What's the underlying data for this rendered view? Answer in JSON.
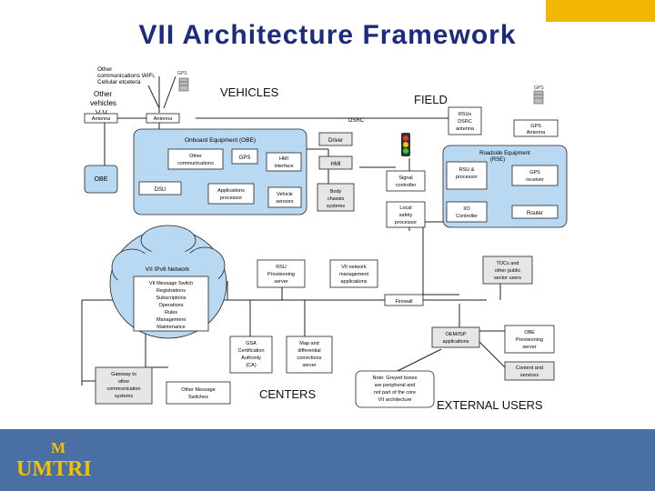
{
  "slide": {
    "title": "VII Architecture Framework",
    "accent_color": "#f2b705",
    "footer_color": "#4a6fa5",
    "logo_mark": "M",
    "logo_text": "UMTRI"
  },
  "diagram": {
    "regions": {
      "vehicles": "VEHICLES",
      "field": "FIELD",
      "centers": "CENTERS",
      "external_users": "EXTERNAL USERS"
    },
    "labels": {
      "other_comm": "Other communications WiFi, Cellular etcetera",
      "other_comm_l1": "Other",
      "other_comm_l2": "communications WiFi,",
      "other_comm_l3": "Cellular etcetera",
      "gps_top": "GPS",
      "gps_field": "GPS",
      "other_vehicles_l1": "Other",
      "other_vehicles_l2": "vehicles",
      "vv": "V-V",
      "antenna1": "Antenna",
      "antenna2": "Antenna",
      "dsrc": "DSRC",
      "obe_title": "Onboard Equipment (OBE)",
      "other_communications_l1": "Other",
      "other_communications_l2": "communications",
      "gps_box": "GPS",
      "hmi_interface_l1": "HMI",
      "hmi_interface_l2": "interface",
      "driver": "Driver",
      "hmi": "HMI",
      "obe_left": "OBE",
      "dsu": "DSU",
      "apps_proc_l1": "Applications",
      "apps_proc_l2": "processor",
      "vehicle_sensors_l1": "Vehicle",
      "vehicle_sensors_l2": "sensors",
      "body_chassis_l1": "Body",
      "body_chassis_l2": "chassis",
      "body_chassis_l3": "systems",
      "rsus_l1": "RSUs",
      "rsus_l2": "DSRC",
      "rsus_l3": "antenna",
      "gps_antenna_l1": "GPS",
      "gps_antenna_l2": "Antenna",
      "rse_title_l1": "Roadside Equipment",
      "rse_title_l2": "(RSE)",
      "rsu_proc_l1": "RSU &",
      "rsu_proc_l2": "processor",
      "gps_receiver_l1": "GPS",
      "gps_receiver_l2": "receiver",
      "signal_ctrl_l1": "Signal",
      "signal_ctrl_l2": "controller",
      "io_ctrl_l1": "I/O",
      "io_ctrl_l2": "Controller",
      "router": "Router",
      "local_safety_l1": "Local",
      "local_safety_l2": "safety",
      "local_safety_l3": "processor",
      "ipv6_network": "VII IPv6 Network",
      "msg_switch_l1": "VII Message Switch",
      "msg_switch_l2": "Registrations",
      "msg_switch_l3": "Subscriptions",
      "msg_switch_l4": "Operations",
      "msg_switch_l5": "Rules",
      "msg_switch_l6": "Management",
      "msg_switch_l7": "Maintenance",
      "rsu_prov_l1": "RSU",
      "rsu_prov_l2": "Provisioning",
      "rsu_prov_l3": "server",
      "vii_netmgmt_l1": "VII network",
      "vii_netmgmt_l2": "management",
      "vii_netmgmt_l3": "applications",
      "tocs_l1": "TOCs and",
      "tocs_l2": "other public",
      "tocs_l3": "sector users",
      "firewall": "Firewall",
      "oem_l1": "OEM/ISP",
      "oem_l2": "applications",
      "obe_prov_l1": "OBE",
      "obe_prov_l2": "Provisioning",
      "obe_prov_l3": "server",
      "gsa_l1": "GSA",
      "gsa_l2": "Certification",
      "gsa_l3": "Authority",
      "gsa_l4": "(CA)",
      "map_l1": "Map and",
      "map_l2": "differential",
      "map_l3": "corrections",
      "map_l4": "server",
      "content_svc_l1": "Content and",
      "content_svc_l2": "services",
      "gateway_l1": "Gateway to",
      "gateway_l2": "other",
      "gateway_l3": "communication",
      "gateway_l4": "systems",
      "other_switch_l1": "Other Message",
      "other_switch_l2": "Switches",
      "note_l1": "Note: Greyed boxes",
      "note_l2": "are peripheral and",
      "note_l3": "not part of the core",
      "note_l4": "VII architecture"
    }
  }
}
